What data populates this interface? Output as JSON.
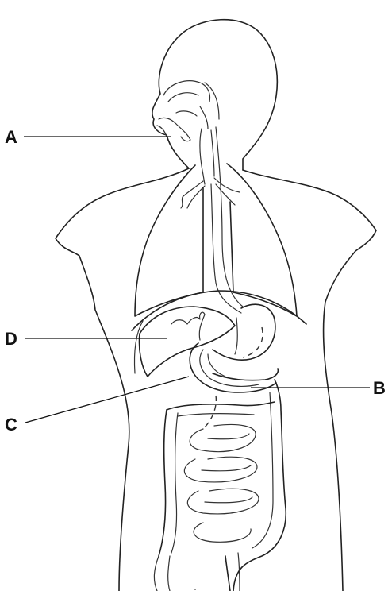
{
  "diagram": {
    "labels": {
      "a": "A",
      "b": "B",
      "c": "C",
      "d": "D"
    }
  },
  "colors": {
    "line": "#222222",
    "background": "#ffffff"
  }
}
